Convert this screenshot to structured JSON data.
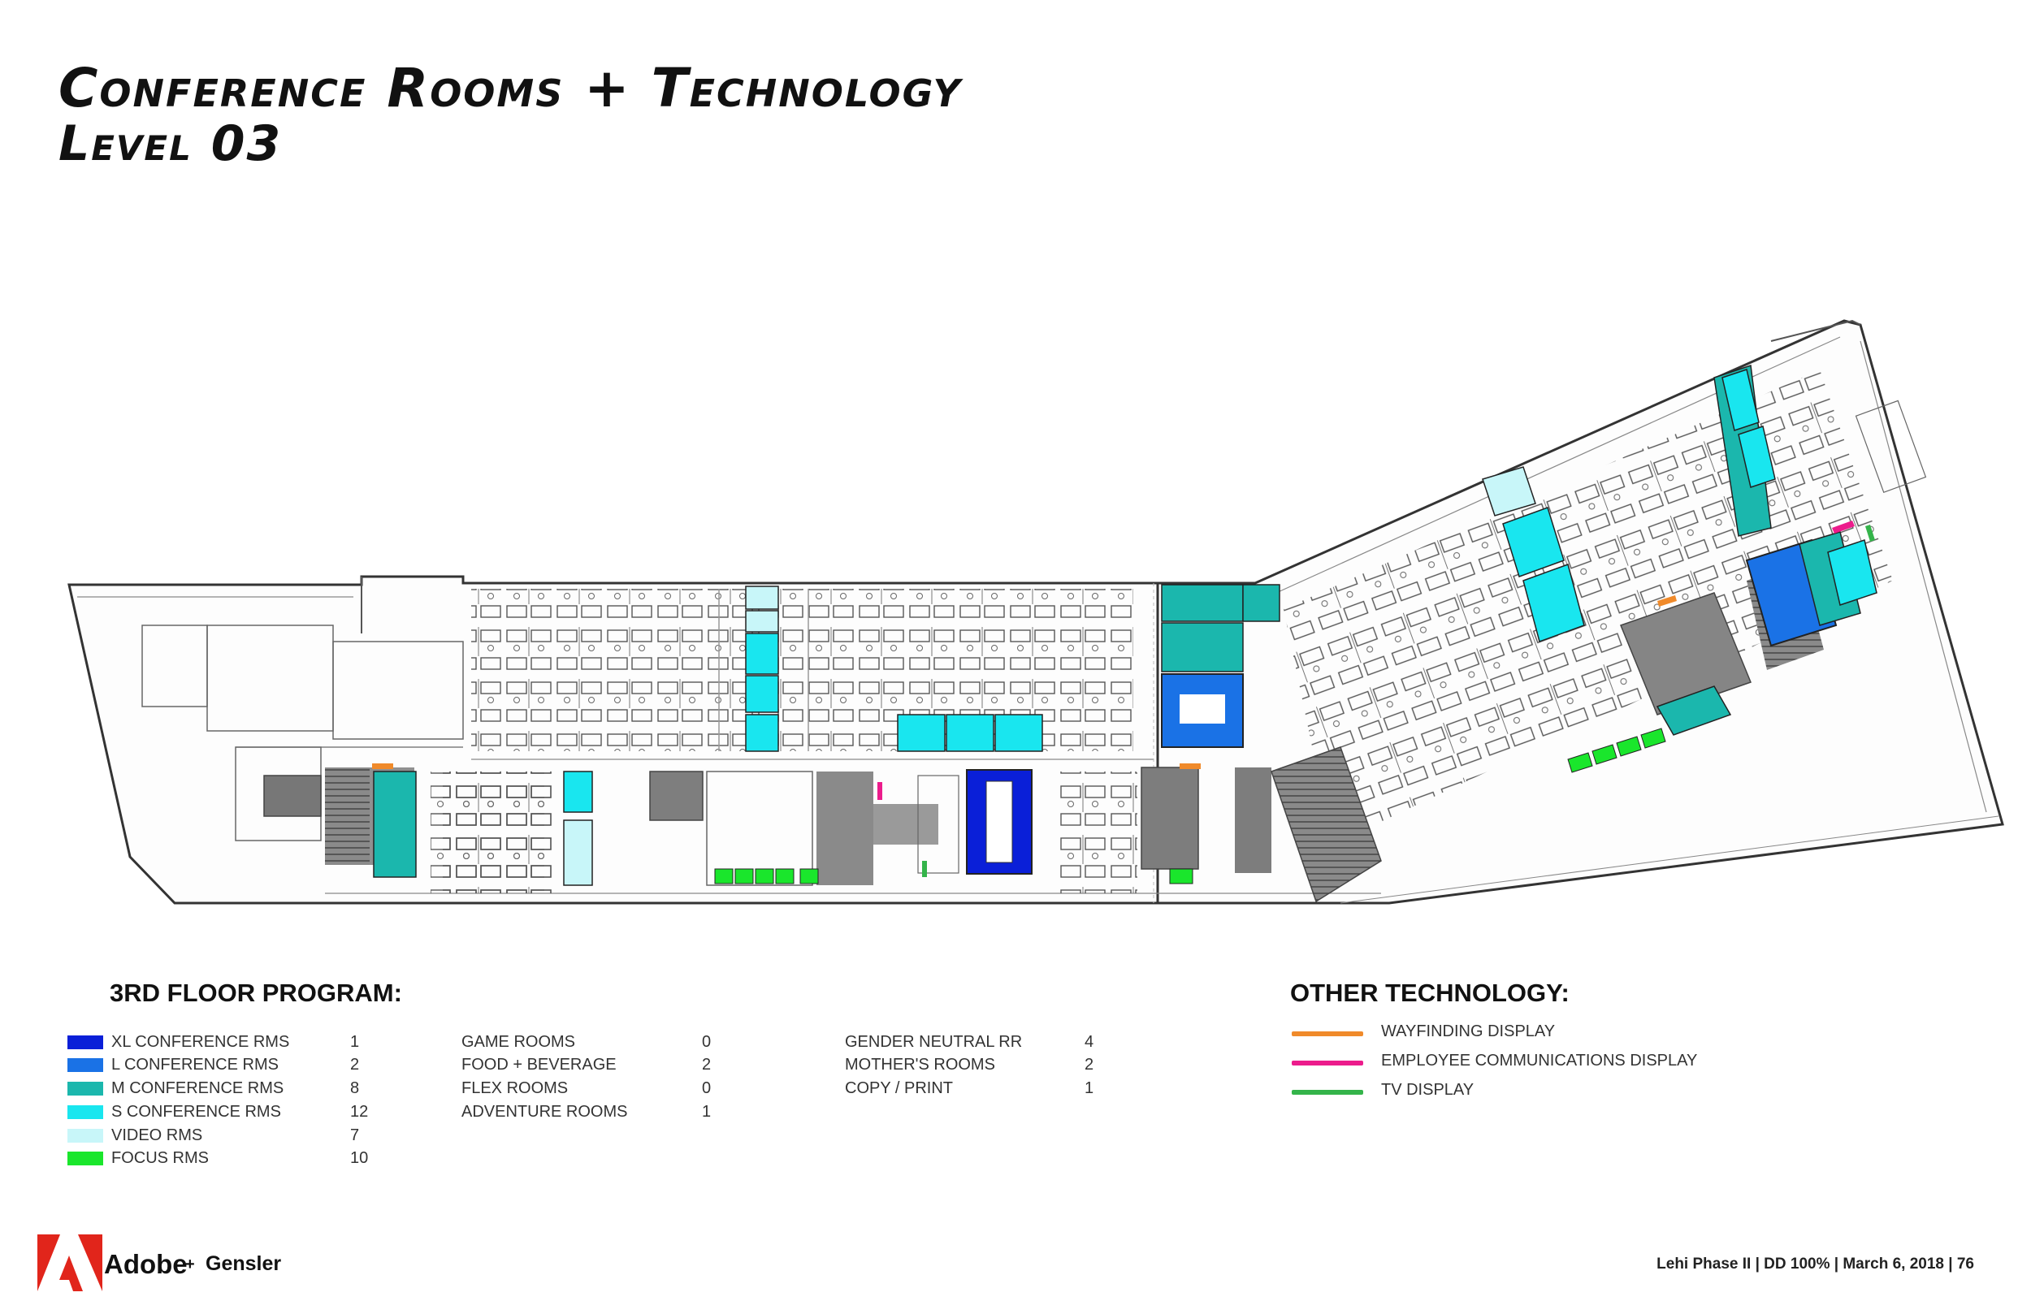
{
  "header": {
    "title": "Conference Rooms + Technology",
    "subtitle": "Level 03"
  },
  "program": {
    "heading": "3RD FLOOR PROGRAM:",
    "col1": [
      {
        "label": "XL CONFERENCE RMS",
        "value": "1",
        "color": "#0a1fd8"
      },
      {
        "label": "L CONFERENCE RMS",
        "value": "2",
        "color": "#1a72e6"
      },
      {
        "label": "M CONFERENCE RMS",
        "value": "8",
        "color": "#1bb7ad"
      },
      {
        "label": "S CONFERENCE RMS",
        "value": "12",
        "color": "#19e6ef"
      },
      {
        "label": "VIDEO RMS",
        "value": "7",
        "color": "#c8f6f9"
      },
      {
        "label": "FOCUS RMS",
        "value": "10",
        "color": "#1ae62c"
      }
    ],
    "col2": [
      {
        "label": "GAME ROOMS",
        "value": "0"
      },
      {
        "label": "FOOD + BEVERAGE",
        "value": "2"
      },
      {
        "label": "FLEX ROOMS",
        "value": "0"
      },
      {
        "label": "ADVENTURE ROOMS",
        "value": "1"
      }
    ],
    "col3": [
      {
        "label": "GENDER NEUTRAL RR",
        "value": "4"
      },
      {
        "label": "MOTHER'S ROOMS",
        "value": "2"
      },
      {
        "label": "COPY / PRINT",
        "value": "1"
      }
    ]
  },
  "technology": {
    "heading": "OTHER TECHNOLOGY:",
    "items": [
      {
        "label": "WAYFINDING DISPLAY",
        "color": "#f08a2a"
      },
      {
        "label": "EMPLOYEE COMMUNICATIONS DISPLAY",
        "color": "#ec1c8c"
      },
      {
        "label": "TV DISPLAY",
        "color": "#34b44a"
      }
    ]
  },
  "footer": {
    "brand1": "Adobe",
    "plus": "+",
    "brand2": "Gensler",
    "info": "Lehi Phase II  | DD 100%  | March 6, 2018 |  76"
  },
  "colors": {
    "xl": "#0a1fd8",
    "l": "#1a72e6",
    "m": "#1bb7ad",
    "s": "#19e6ef",
    "video": "#c8f6f9",
    "focus": "#1ae62c",
    "core": "#7b7b7b",
    "wayfinding": "#f08a2a",
    "employee": "#ec1c8c",
    "tv": "#34b44a",
    "adobe_red": "#e1251b"
  }
}
